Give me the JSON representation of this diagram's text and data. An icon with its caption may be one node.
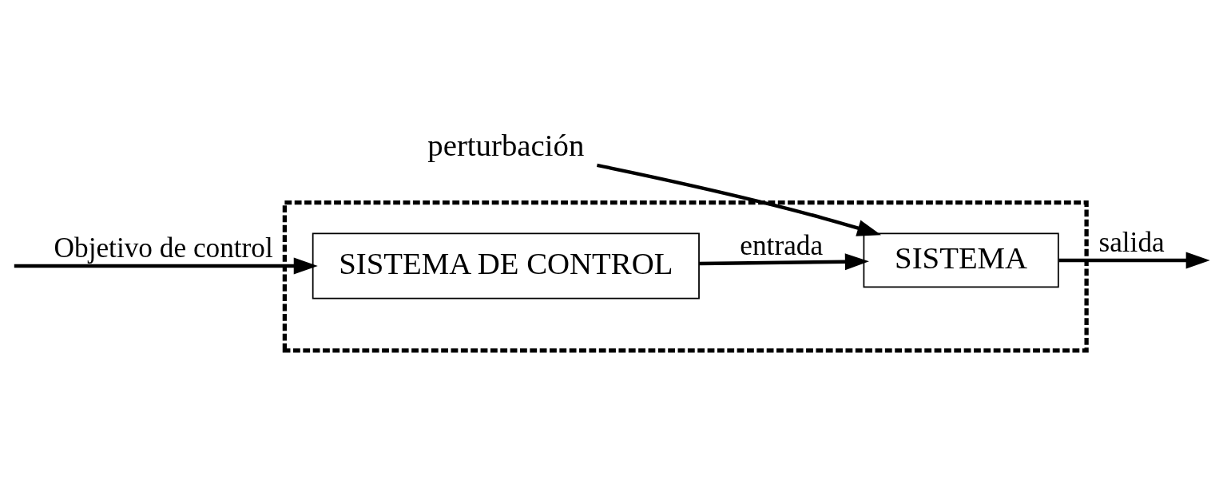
{
  "diagram": {
    "nodes": [
      {
        "text": [],
        "shape": "box"
      },
      {
        "text": [
          "SISTEMA DE CONTROL"
        ],
        "in": 0
      },
      {
        "text": [
          "SISTEMA"
        ],
        "in": 0
      },
      {
        "text": [
          "perturbación"
        ]
      }
    ],
    "edges": [
      {
        "from": null,
        "to": 1,
        "arrow": "to",
        "label": "Objetivo de control"
      },
      {
        "from": 1,
        "to": 2,
        "arrow": "to",
        "label": "entrada"
      },
      {
        "from": 3,
        "to": 2,
        "arrow": "to"
      },
      {
        "from": 2,
        "to": null,
        "arrow": "to",
        "label": "salida"
      }
    ]
  }
}
